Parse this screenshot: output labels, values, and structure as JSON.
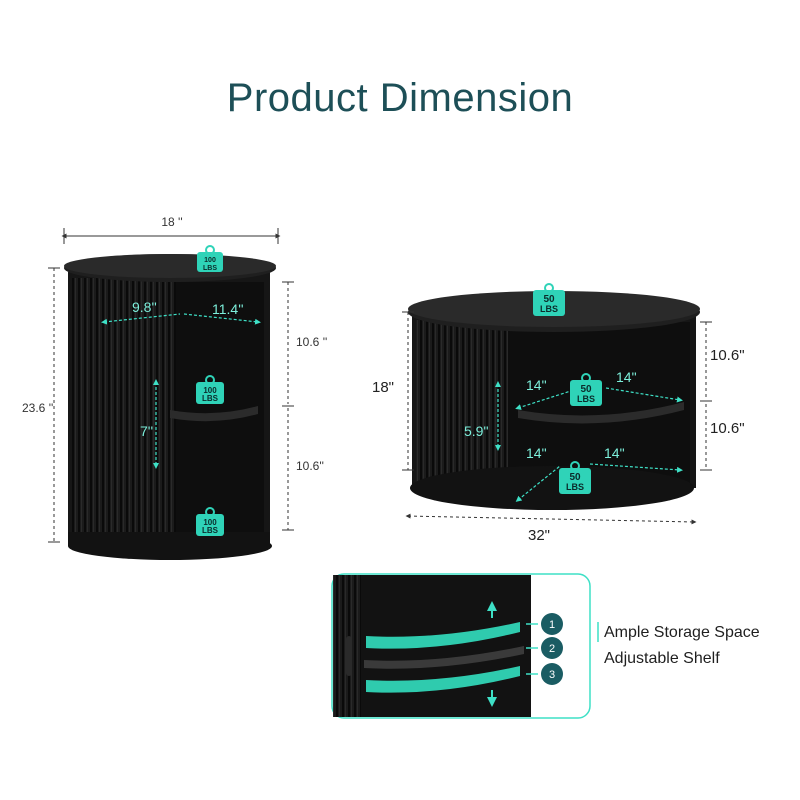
{
  "title": "Product Dimension",
  "colors": {
    "accent": "#2fd3b8",
    "title": "#1d4f57",
    "wood": "#141414",
    "badge": "#1a5c63"
  },
  "side_table": {
    "width": "18 ''",
    "height": "23.6 ''",
    "upper_height": "10.6 ''",
    "lower_height": "10.6''",
    "inner_left": "9.8''",
    "inner_right": "11.4''",
    "shelf_height": "7''",
    "top_load_num": "100",
    "top_load_unit": "LBS",
    "shelf_load_num": "100",
    "shelf_load_unit": "LBS",
    "bottom_load_num": "100",
    "bottom_load_unit": "LBS"
  },
  "coffee_table": {
    "height": "18\"",
    "width": "32\"",
    "upper_height": "10.6\"",
    "lower_height": "10.6\"",
    "left_upper": "14\"",
    "right_upper": "14\"",
    "left_lower": "14\"",
    "right_lower": "14\"",
    "opening": "5.9\"",
    "top_load_num": "50",
    "top_load_unit": "LBS",
    "shelf_load_num": "50",
    "shelf_load_unit": "LBS",
    "bottom_load_num": "50",
    "bottom_load_unit": "LBS"
  },
  "feature": {
    "positions": [
      "1",
      "2",
      "3"
    ],
    "line1": "Ample Storage Space",
    "line2": "Adjustable Shelf"
  }
}
